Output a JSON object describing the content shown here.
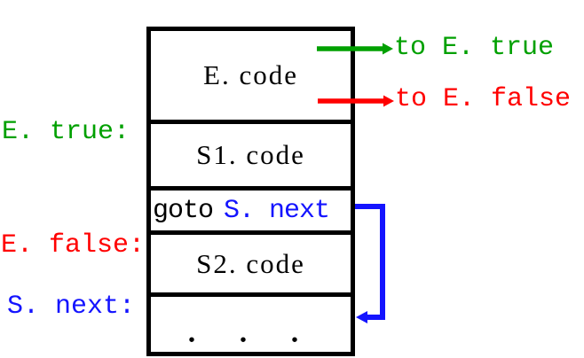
{
  "colors": {
    "green": "#00a000",
    "red": "#ff0000",
    "blue": "#1414ff",
    "black": "#000000"
  },
  "memory_box": {
    "rows": [
      {
        "text": "E. code"
      },
      {
        "text": "S1. code"
      },
      {
        "parts": [
          {
            "text": "goto"
          },
          {
            "text": "S. next"
          }
        ]
      },
      {
        "text": "S2. code"
      },
      {
        "text": "• • •"
      }
    ]
  },
  "left_labels": {
    "e_true": "E. true:",
    "e_false": "E. false:",
    "s_next": "S. next:"
  },
  "right_labels": {
    "to_e_true": "to E. true",
    "to_e_false": "to E. false"
  },
  "arrows": [
    {
      "name": "true-exit-arrow",
      "color": "#00a000",
      "from": "E. code",
      "to": "to E. true"
    },
    {
      "name": "false-exit-arrow",
      "color": "#ff0000",
      "from": "E. code",
      "to": "to E. false"
    },
    {
      "name": "goto-jump-arrow",
      "color": "#1414ff",
      "from": "goto S. next",
      "to": "S. next row"
    }
  ]
}
